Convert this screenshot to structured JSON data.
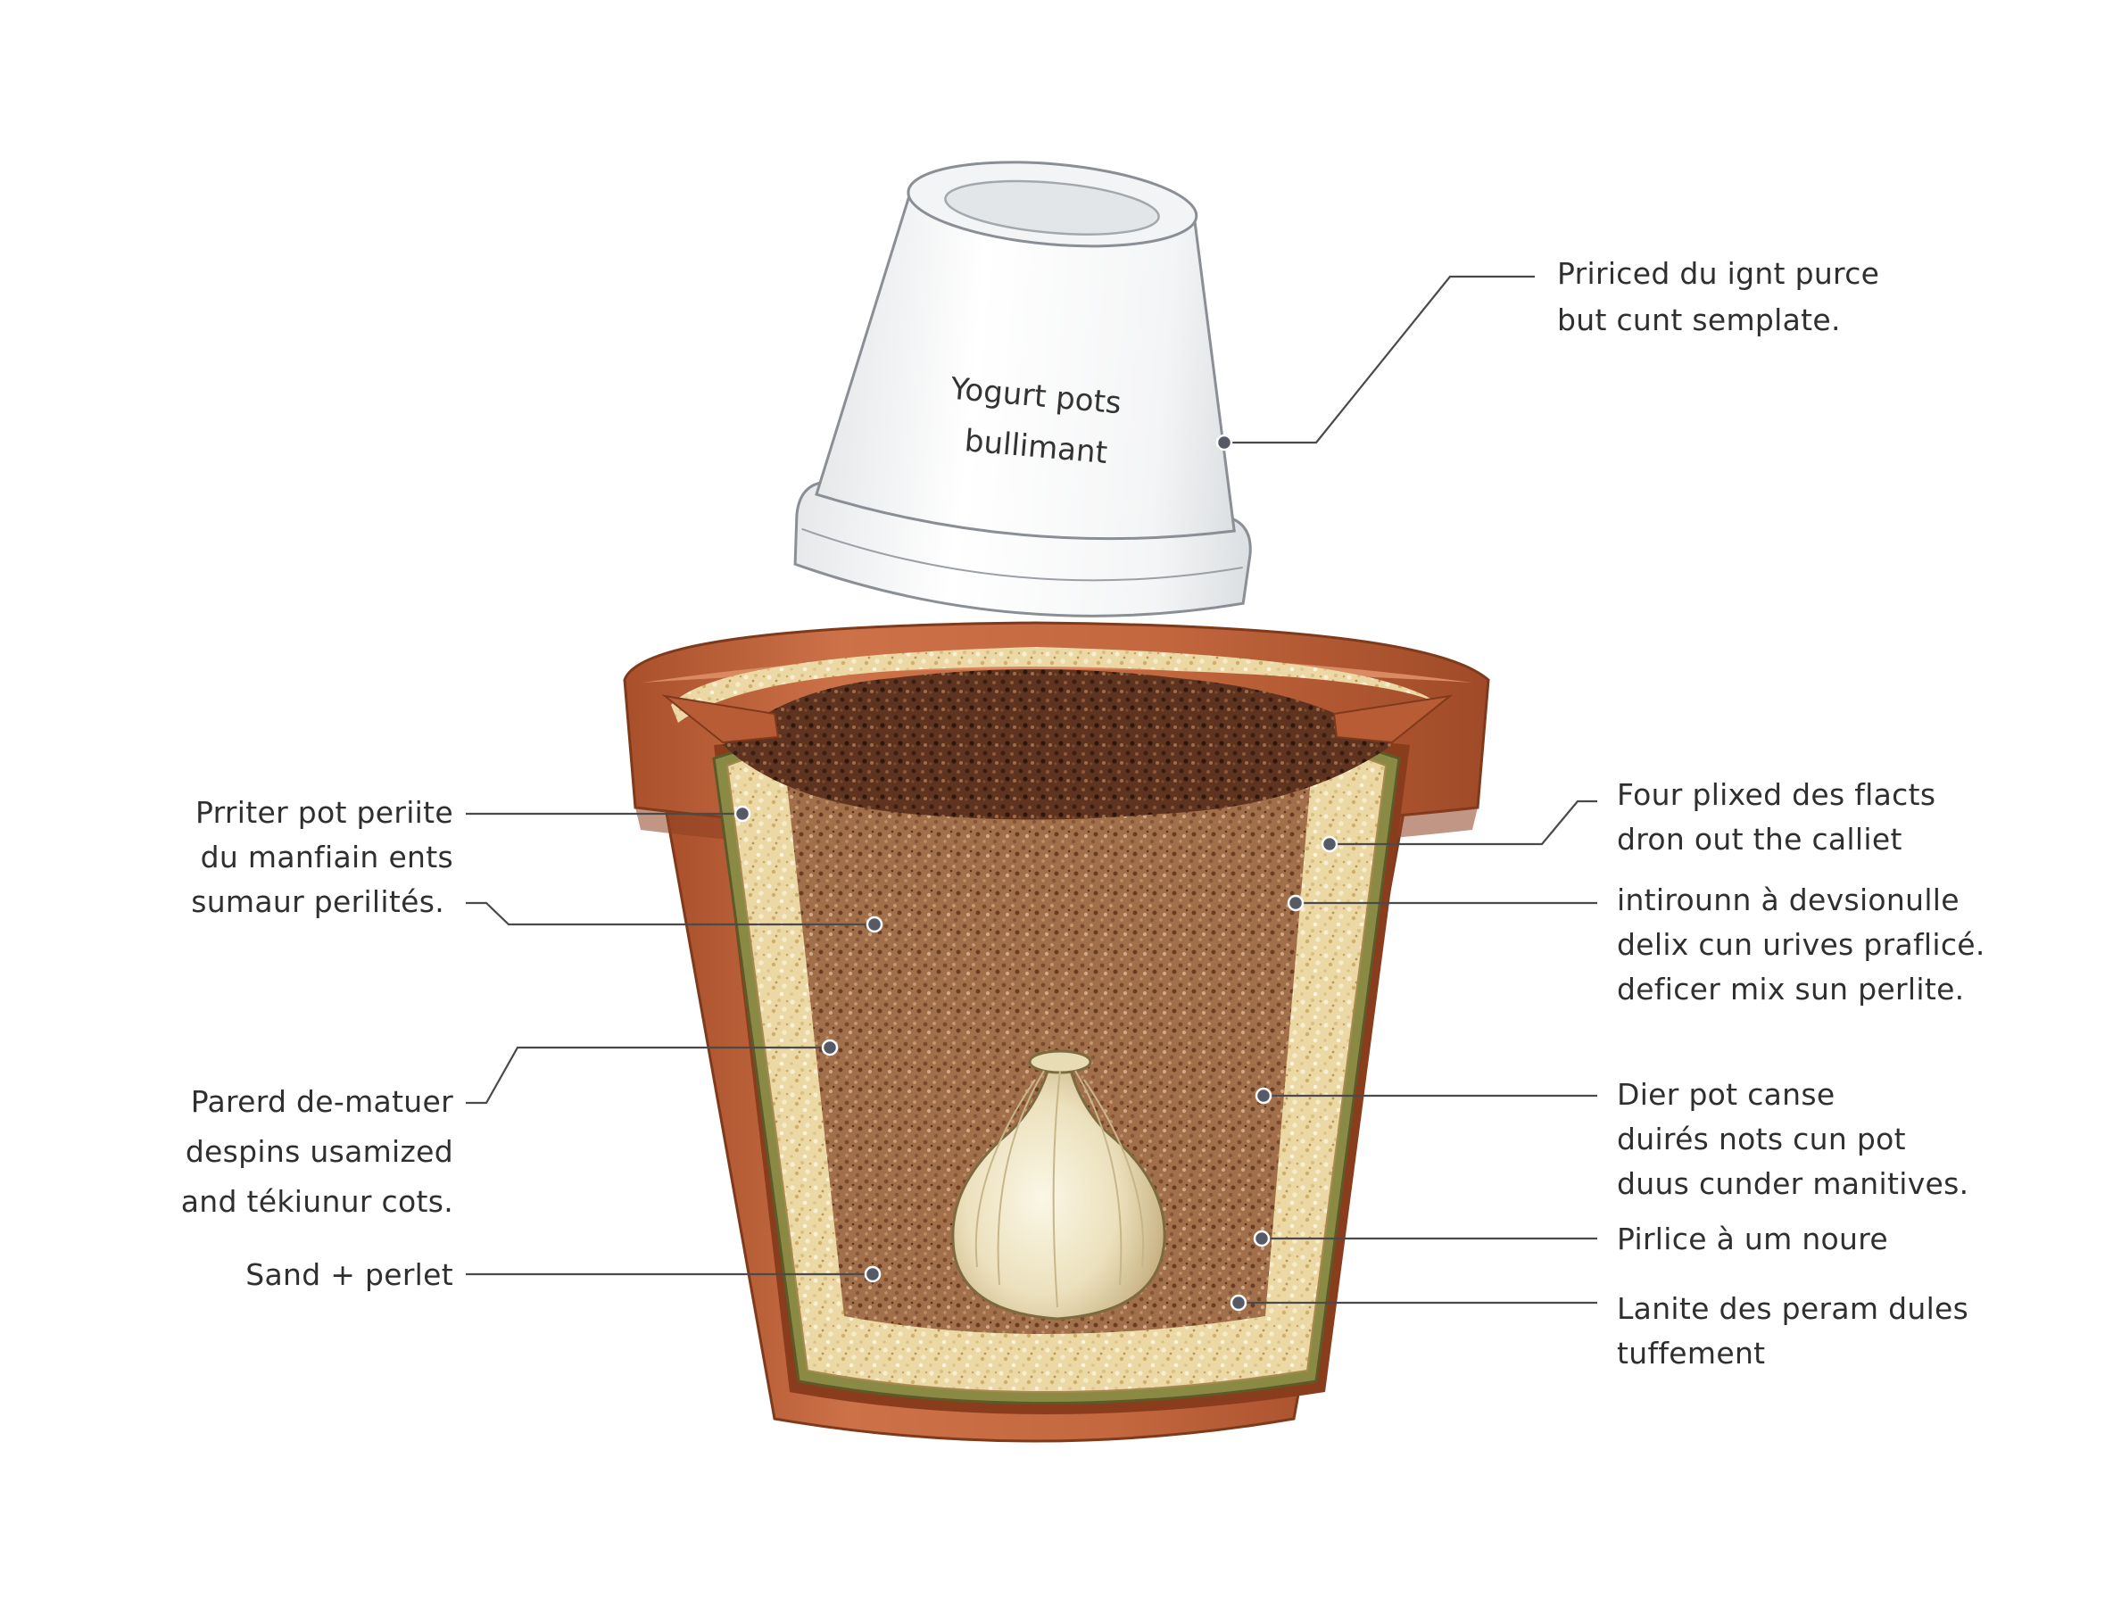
{
  "diagram": {
    "cup": {
      "label_line1": "Yogurt pots",
      "label_line2": "bullimant"
    },
    "labels_right": [
      {
        "id": "cup-callout",
        "lines": [
          "Pririced du ignt purce",
          "but cunt semplate."
        ]
      },
      {
        "id": "rim-mix",
        "lines": [
          "Four plixed des flacts",
          "dron out the calliet"
        ]
      },
      {
        "id": "soil-mix",
        "lines": [
          "intirounn à devsionulle",
          "delix cun urives praflicé.",
          "deficer mix sun perlite."
        ]
      },
      {
        "id": "pot-wall",
        "lines": [
          "Dier pot canse",
          "duirés nots cun pot",
          "duus cunder manitives."
        ]
      },
      {
        "id": "perlite-layer",
        "lines": [
          "Pirlice à um noure"
        ]
      },
      {
        "id": "inner-layer",
        "lines": [
          "Lanite des peram dules",
          "tuffement"
        ]
      }
    ],
    "labels_left": [
      {
        "id": "outer-pot",
        "lines": [
          "Prriter pot periite",
          "du manfiain ents",
          "sumaur perilités."
        ]
      },
      {
        "id": "sand-wall",
        "lines": [
          "Parerd de-matuer",
          "despins usamized",
          "and tékiunur cots."
        ]
      },
      {
        "id": "sand-perlite",
        "lines": [
          "Sand + perlet"
        ]
      }
    ],
    "colors": {
      "terracotta": "#c2673e",
      "terracotta_dark": "#9c4a28",
      "soil": "#9c6a45",
      "soil_dark": "#5b3320",
      "sand": "#ecd9a6",
      "bulb": "#efe6c4"
    }
  }
}
